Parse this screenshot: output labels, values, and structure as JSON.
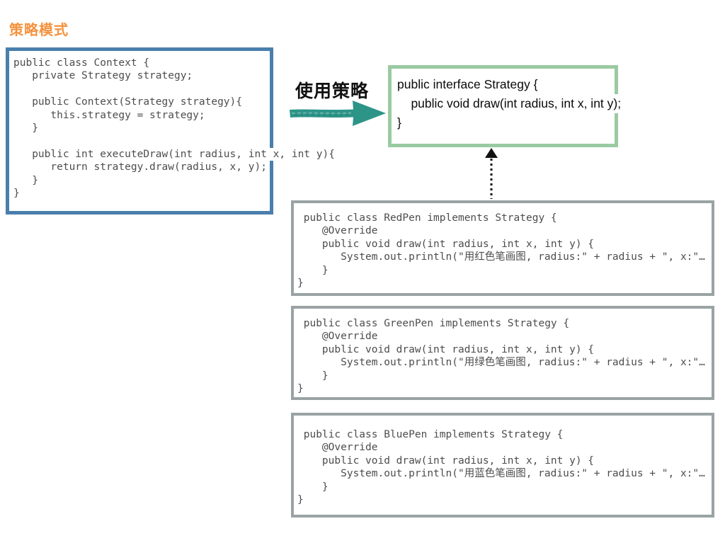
{
  "title": "策略模式",
  "arrow": {
    "label": "使用策略"
  },
  "context_box": {
    "lines": [
      "public class Context {",
      "   private Strategy strategy;",
      "",
      "   public Context(Strategy strategy){",
      "      this.strategy = strategy;",
      "   }",
      "",
      "   public int executeDraw(int radius, int x, int y){",
      "      return strategy.draw(radius, x, y);",
      "   }",
      "}"
    ]
  },
  "interface_box": {
    "lines": [
      "public interface Strategy {",
      "    public void draw(int radius, int x, int y);",
      "}"
    ]
  },
  "impl_boxes": [
    {
      "id": "redpen",
      "lines": [
        " public class RedPen implements Strategy {",
        "    @Override",
        "    public void draw(int radius, int x, int y) {",
        "       System.out.println(\"用红色笔画图, radius:\" + radius + \", x:\"…",
        "    }",
        "}"
      ]
    },
    {
      "id": "greenpen",
      "lines": [
        " public class GreenPen implements Strategy {",
        "    @Override",
        "    public void draw(int radius, int x, int y) {",
        "       System.out.println(\"用绿色笔画图, radius:\" + radius + \", x:\"…",
        "    }",
        "}"
      ]
    },
    {
      "id": "bluepen",
      "lines": [
        " public class BluePen implements Strategy {",
        "    @Override",
        "    public void draw(int radius, int x, int y) {",
        "       System.out.println(\"用蓝色笔画图, radius:\" + radius + \", x:\"…",
        "    }",
        "}"
      ]
    }
  ],
  "colors": {
    "title_orange": "#f5923e",
    "context_border_blue": "#4a7fac",
    "interface_border_green": "#9acaa1",
    "impl_border_gray": "#9aa3a4",
    "arrow_teal": "#2d9488",
    "code_gray": "#4d4d4d"
  }
}
